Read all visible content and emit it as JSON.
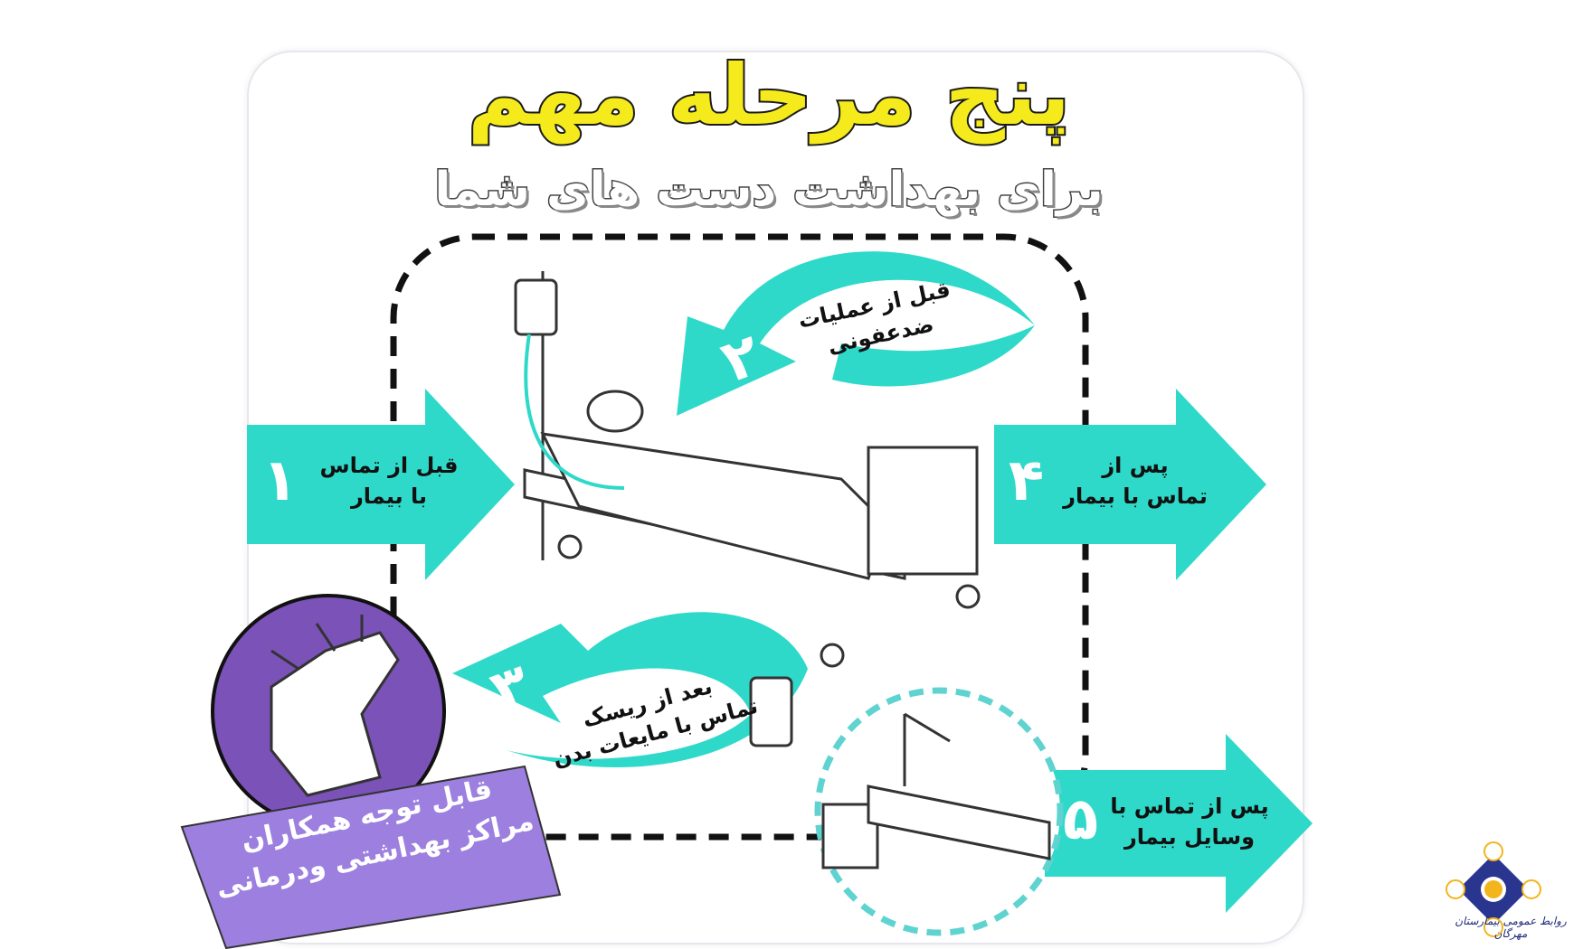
{
  "title": "پنج مرحله مهم",
  "subtitle": "برای بهداشت دست های شما",
  "steps": [
    {
      "number": "۱",
      "label_line1": "قبل از تماس",
      "label_line2": "با بیمار"
    },
    {
      "number": "۲",
      "label_line1": "قبل از عملیات",
      "label_line2": "ضدعفونی"
    },
    {
      "number": "۳",
      "label_line1": "بعد از ریسک",
      "label_line2": "تماس با مایعات بدن"
    },
    {
      "number": "۴",
      "label_line1": "پس از",
      "label_line2": "تماس با بیمار"
    },
    {
      "number": "۵",
      "label_line1": "پس از تماس با",
      "label_line2": "وسایل بیمار"
    }
  ],
  "banner": {
    "line1": "قابل توجه همکاران",
    "line2": "مراکز بهداشتی ودرمانی"
  },
  "logo": {
    "text": "روابط عمومی بیمارستان مهرگان"
  },
  "colors": {
    "teal": "#2fd9c9",
    "yellow": "#f5ea1c",
    "purple": "#7b52b8",
    "navy": "#2a3590",
    "gold": "#f2b51c"
  }
}
